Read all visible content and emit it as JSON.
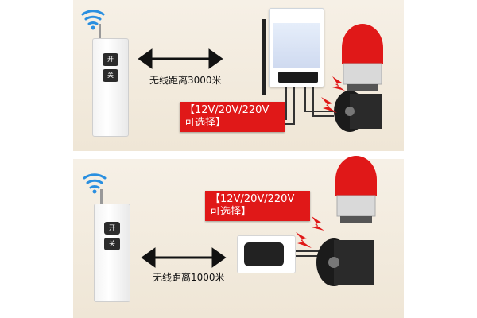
{
  "top_section": {
    "distance_label": "无线距离3000米",
    "voltage_label_line1": "【12V/20V/220V",
    "voltage_label_line2": "可选择】",
    "remote": {
      "button_top": "开",
      "button_bottom": "关"
    }
  },
  "bottom_section": {
    "distance_label": "无线距离1000米",
    "voltage_label_line1": "【12V/20V/220V",
    "voltage_label_line2": "可选择】",
    "remote": {
      "button_top": "开",
      "button_bottom": "关"
    }
  },
  "colors": {
    "background_panel": "#efe6d6",
    "label_red": "#e01818",
    "wifi_blue": "#2a8fe0",
    "beacon_red": "#e01818"
  }
}
